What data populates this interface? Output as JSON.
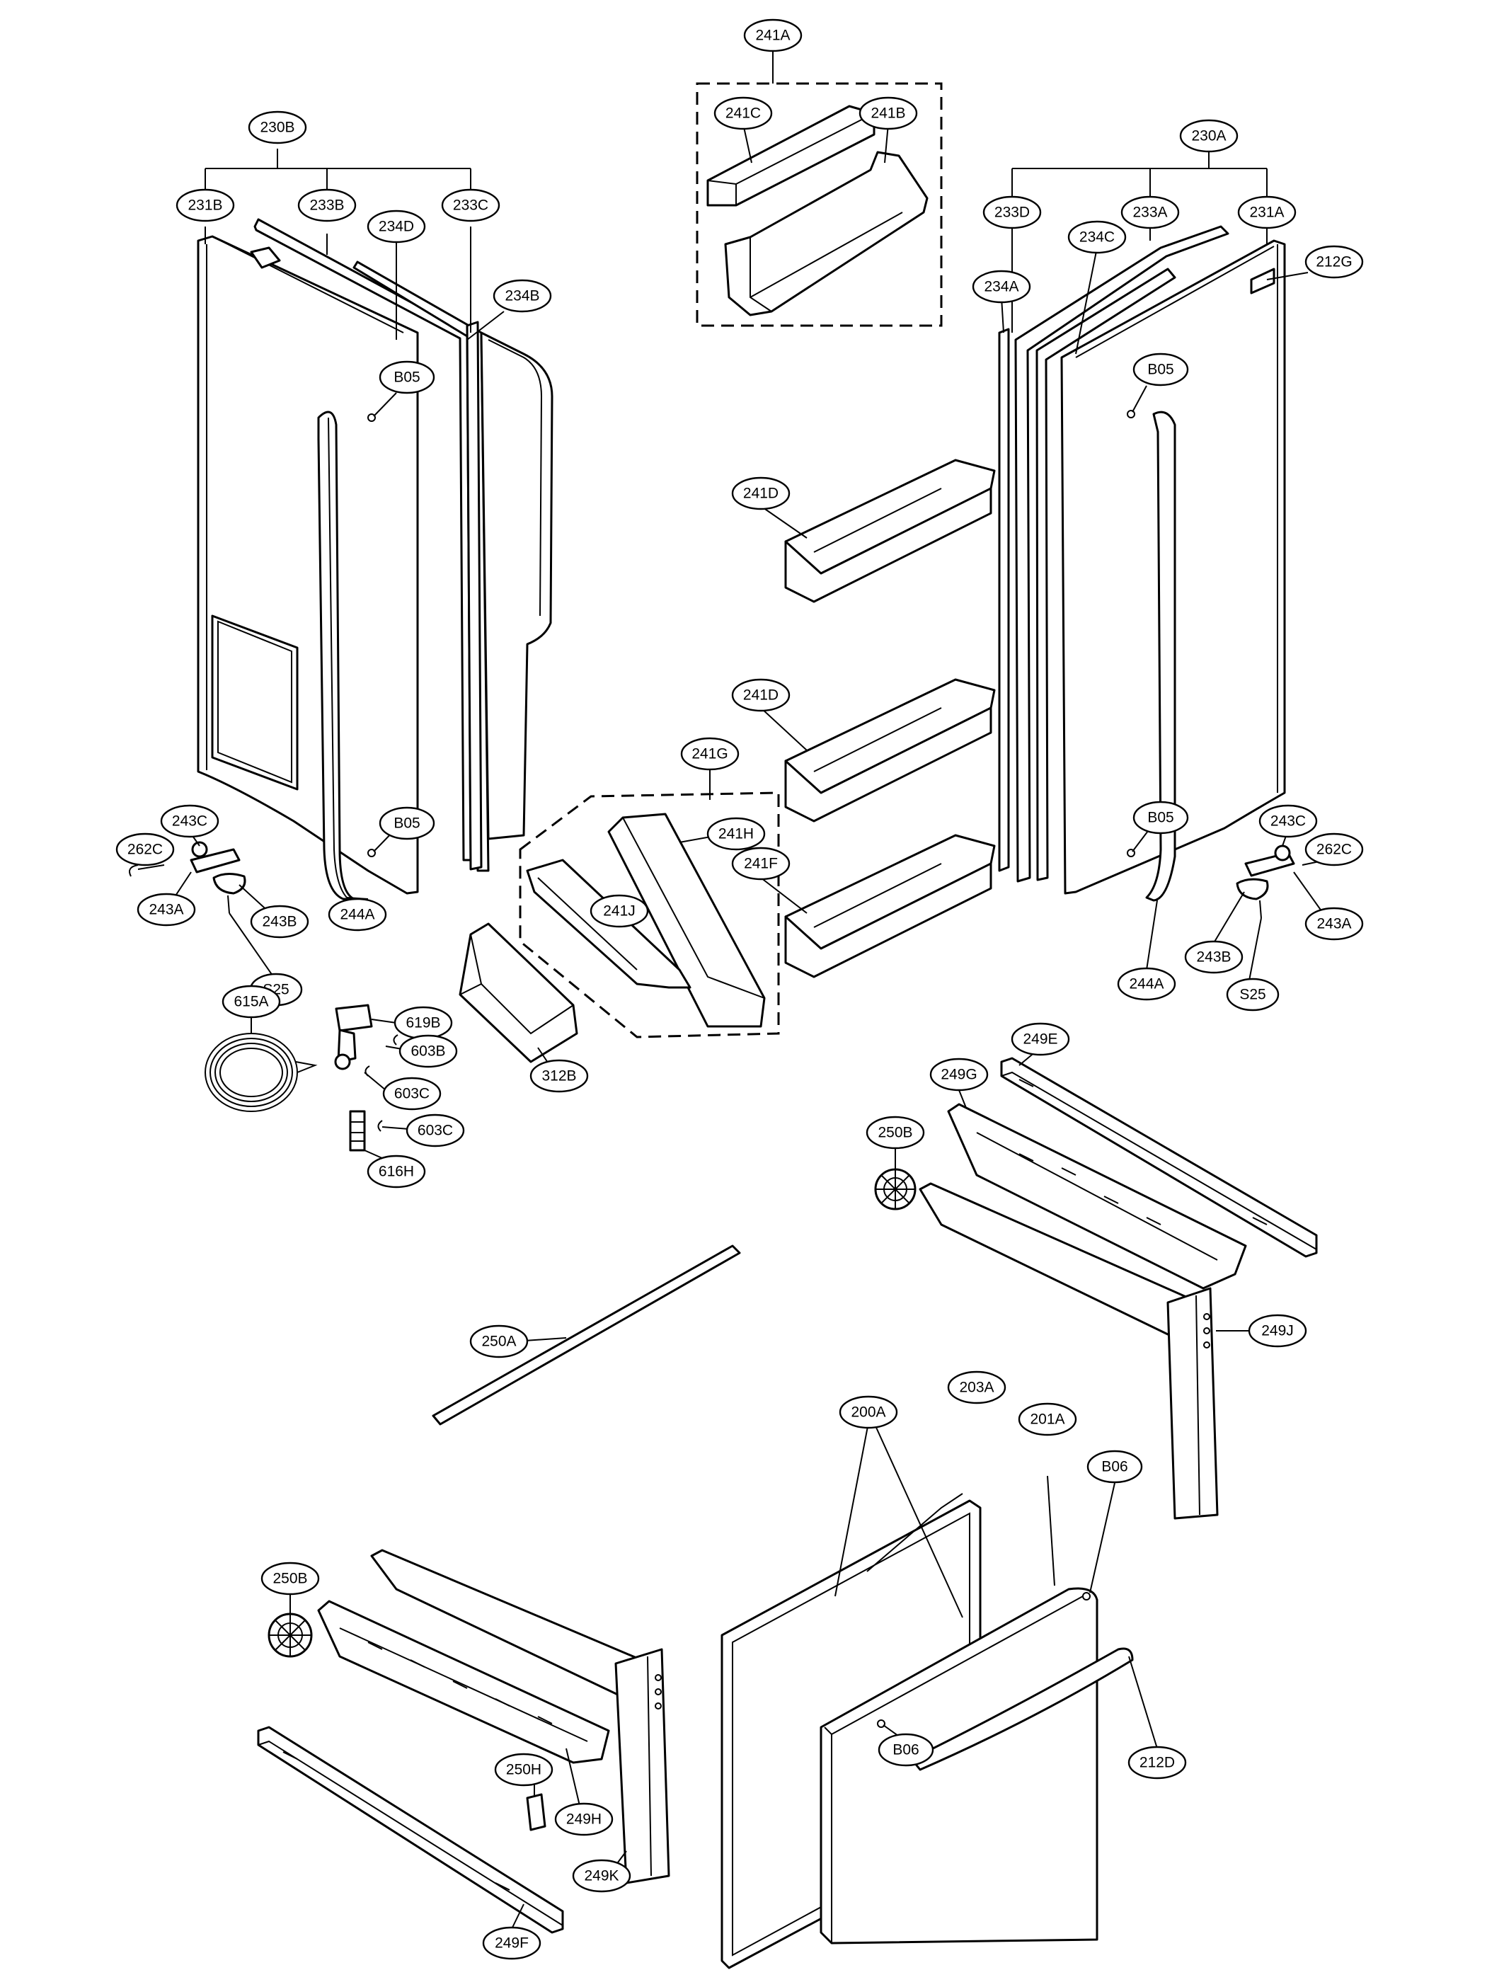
{
  "labels": {
    "l230B": "230B",
    "l231B": "231B",
    "l233B": "233B",
    "l234D": "234D",
    "l233C": "233C",
    "l234B": "234B",
    "l241A": "241A",
    "l241C": "241C",
    "l241B": "241B",
    "l230A": "230A",
    "l233D": "233D",
    "l233A": "233A",
    "l231A": "231A",
    "l234C": "234C",
    "l212G": "212G",
    "l234A": "234A",
    "lB05a": "B05",
    "lB05b": "B05",
    "lB05c": "B05",
    "lB05d": "B05",
    "l241D1": "241D",
    "l241D2": "241D",
    "l241F": "241F",
    "l241G": "241G",
    "l241H": "241H",
    "l241J": "241J",
    "l243Cl": "243C",
    "l262Cl": "262C",
    "l243Al": "243A",
    "l243Bl": "243B",
    "lS25l": "S25",
    "l244Al": "244A",
    "l243Cr": "243C",
    "l262Cr": "262C",
    "l243Ar": "243A",
    "l243Br": "243B",
    "lS25r": "S25",
    "l244Ar": "244A",
    "l615A": "615A",
    "l619B": "619B",
    "l603B": "603B",
    "l603C1": "603C",
    "l603C2": "603C",
    "l616H": "616H",
    "l312B": "312B",
    "l249E": "249E",
    "l249G": "249G",
    "l250B1": "250B",
    "l249J": "249J",
    "l250A": "250A",
    "l203A": "203A",
    "l200A": "200A",
    "l201A": "201A",
    "lB06a": "B06",
    "lB06b": "B06",
    "l212D": "212D",
    "l250B2": "250B",
    "l250H": "250H",
    "l249H": "249H",
    "l249K": "249K",
    "l249F": "249F"
  }
}
